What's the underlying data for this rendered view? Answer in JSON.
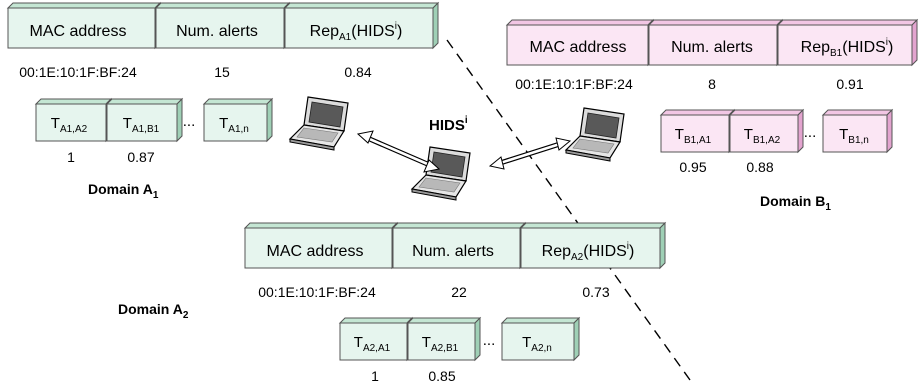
{
  "colors": {
    "green_fill": "#e6f5ee",
    "green_top": "#c4e6d3",
    "green_side": "#9fd0b6",
    "pink_fill": "#fbe6f4",
    "pink_top": "#f2c6e4",
    "pink_side": "#e3a4cf",
    "outline": "#555555",
    "divider": "#000000"
  },
  "hids_label": {
    "main": "HIDS",
    "sup": "i"
  },
  "domain_a1": {
    "label": "Domain A",
    "label_sub": "1",
    "header": {
      "mac": "MAC address",
      "alerts": "Num. alerts",
      "rep_main": "Rep",
      "rep_sub": "A1",
      "rep_rest": "(HIDS",
      "rep_sup": "i",
      "rep_close": ")"
    },
    "values": {
      "mac": "00:1E:10:1F:BF:24",
      "alerts": "15",
      "rep": "0.84"
    },
    "trust": {
      "cells": [
        {
          "main": "T",
          "sub": "A1,A2"
        },
        {
          "main": "T",
          "sub": "A1,B1"
        },
        {
          "main": "T",
          "sub": "A1,n"
        }
      ],
      "ellipsis": "...",
      "values": [
        "1",
        "0.87"
      ]
    }
  },
  "domain_b1": {
    "label": "Domain B",
    "label_sub": "1",
    "header": {
      "mac": "MAC address",
      "alerts": "Num. alerts",
      "rep_main": "Rep",
      "rep_sub": "B1",
      "rep_rest": "(HIDS",
      "rep_sup": "i",
      "rep_close": ")"
    },
    "values": {
      "mac": "00:1E:10:1F:BF:24",
      "alerts": "8",
      "rep": "0.91"
    },
    "trust": {
      "cells": [
        {
          "main": "T",
          "sub": "B1,A1"
        },
        {
          "main": "T",
          "sub": "B1,A2"
        },
        {
          "main": "T",
          "sub": "B1,n"
        }
      ],
      "ellipsis": "...",
      "values": [
        "0.95",
        "0.88"
      ]
    }
  },
  "domain_a2": {
    "label": "Domain A",
    "label_sub": "2",
    "header": {
      "mac": "MAC address",
      "alerts": "Num. alerts",
      "rep_main": "Rep",
      "rep_sub": "A2",
      "rep_rest": "(HIDS",
      "rep_sup": "i",
      "rep_close": ")"
    },
    "values": {
      "mac": "00:1E:10:1F:BF:24",
      "alerts": "22",
      "rep": "0.73"
    },
    "trust": {
      "cells": [
        {
          "main": "T",
          "sub": "A2,A1"
        },
        {
          "main": "T",
          "sub": "A2,B1"
        },
        {
          "main": "T",
          "sub": "A2,n"
        }
      ],
      "ellipsis": "...",
      "values": [
        "1",
        "0.85"
      ]
    }
  }
}
